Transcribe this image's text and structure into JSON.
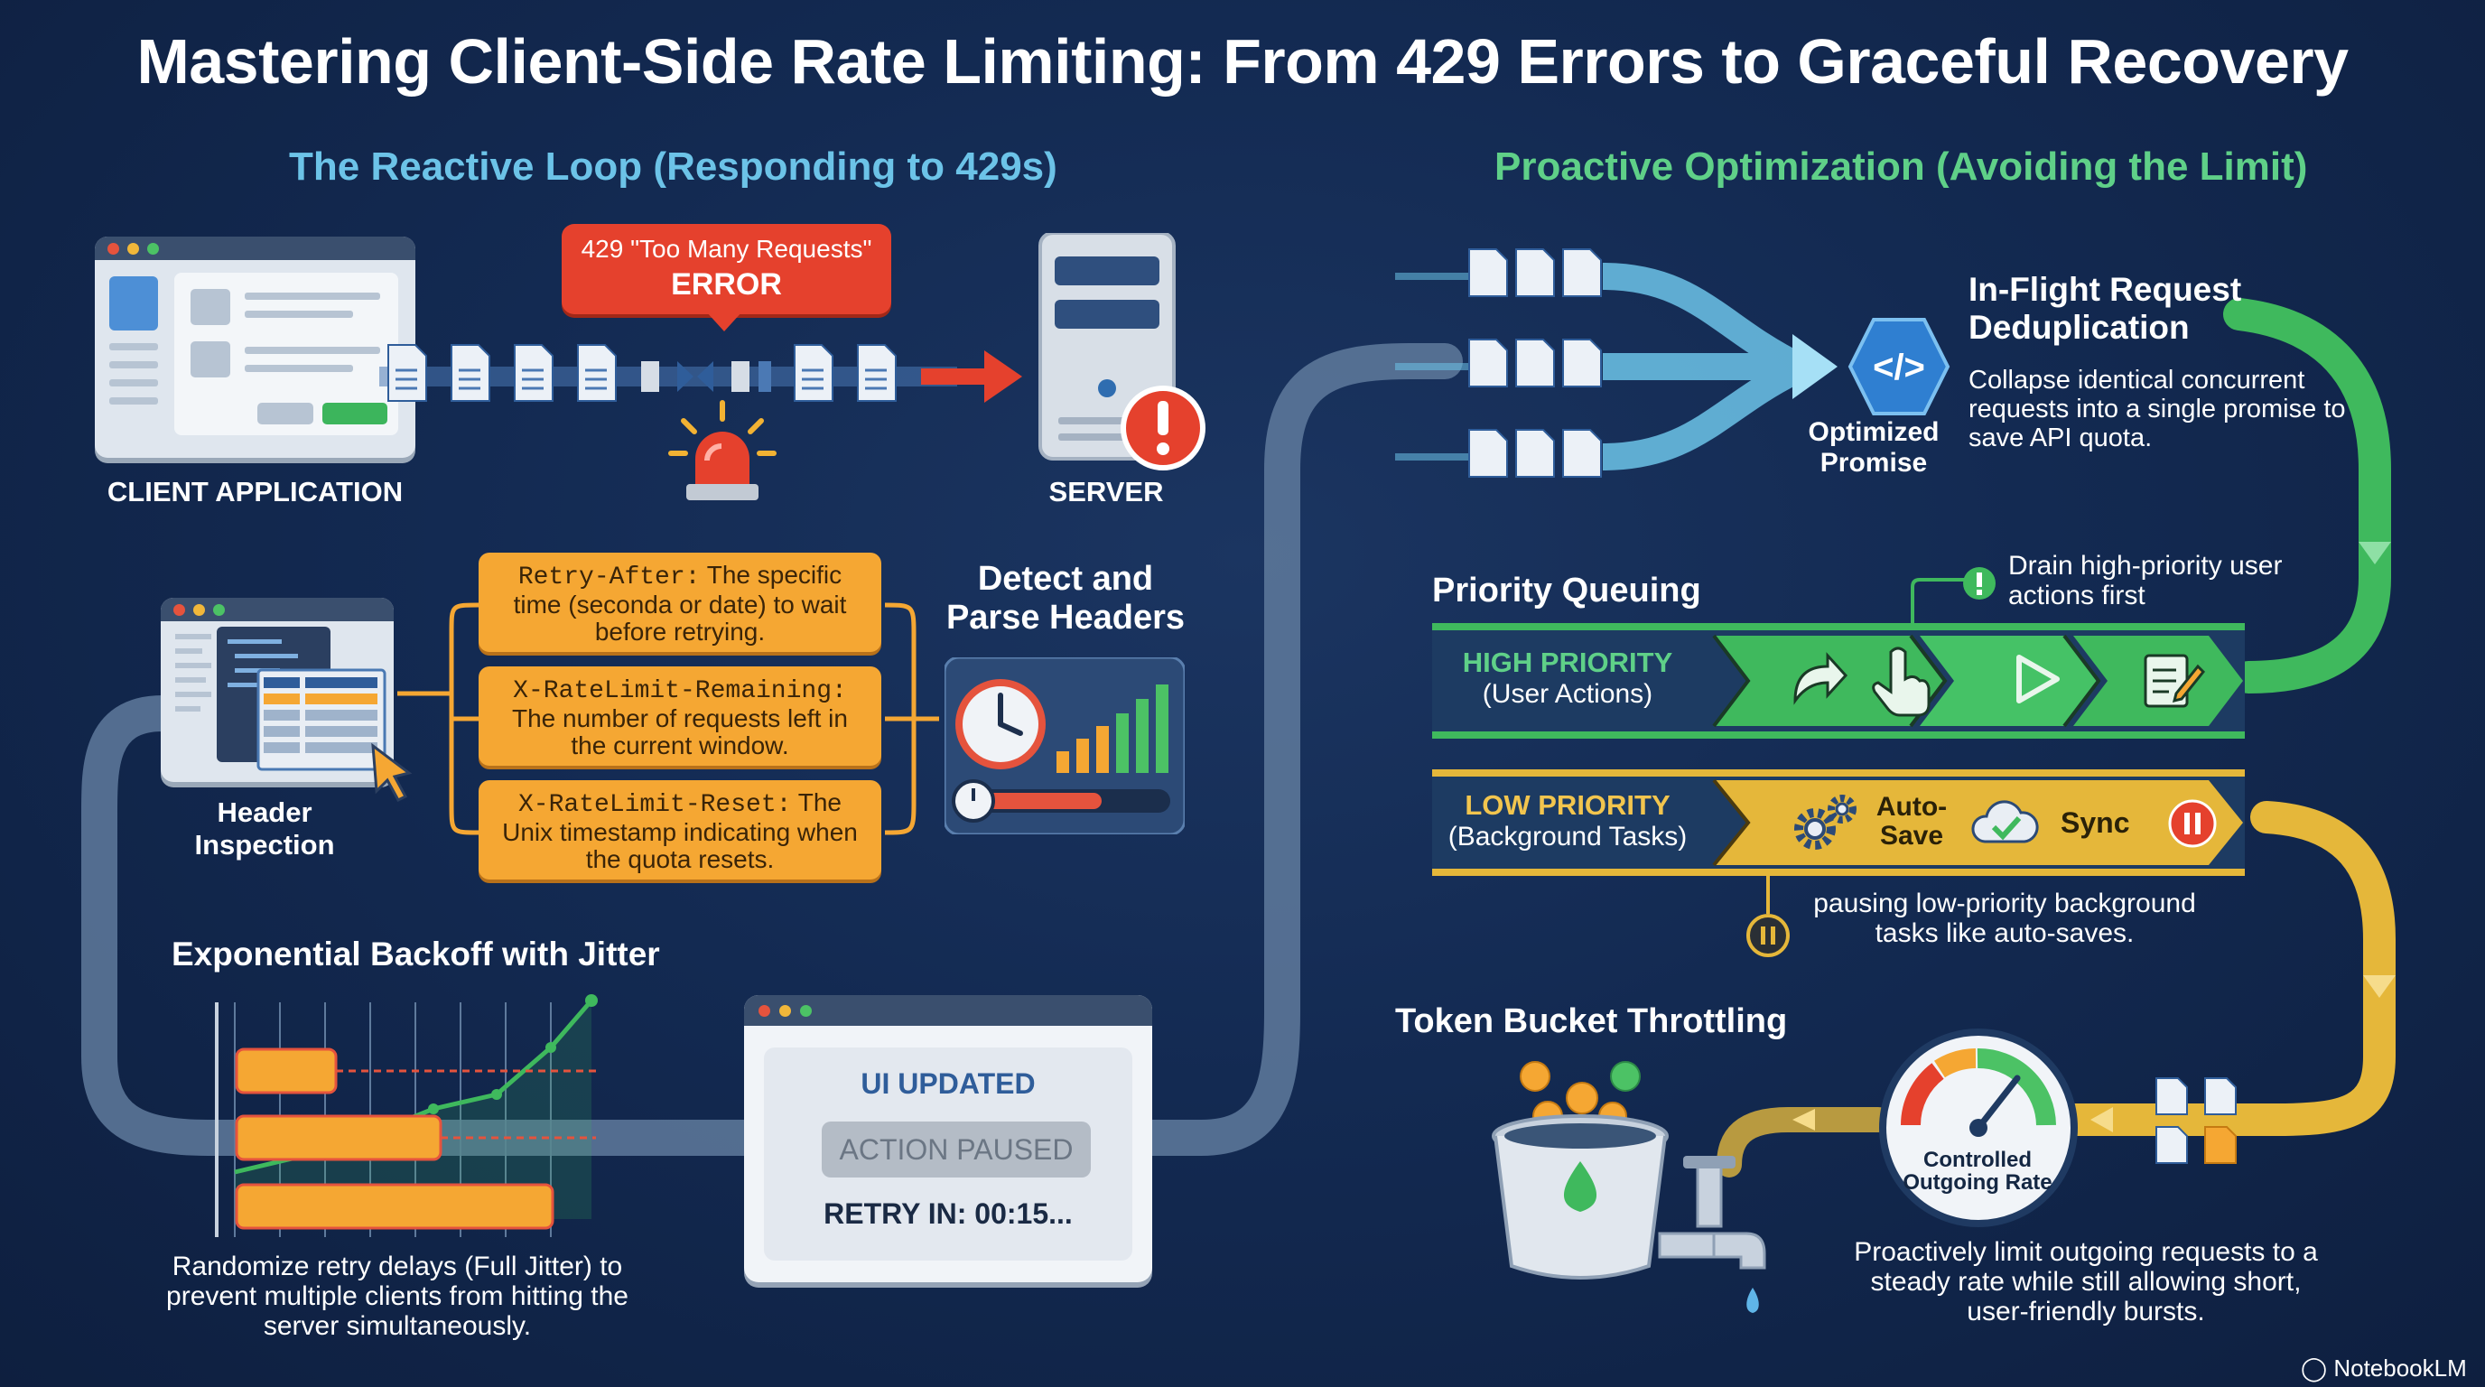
{
  "title": "Mastering Client-Side Rate Limiting: From 429 Errors to Graceful Recovery",
  "left_section": {
    "heading": "The Reactive Loop (Responding to 429s)",
    "client_label": "CLIENT APPLICATION",
    "server_label": "SERVER",
    "error": {
      "line1": "429 \"Too Many Requests\"",
      "line2": "ERROR"
    },
    "header_inspection_label": "Header\nInspection",
    "detect_label": "Detect and\nParse Headers",
    "headers": [
      {
        "name": "Retry-After:",
        "desc": "The specific time (seconda or date) to wait before retrying."
      },
      {
        "name": "X-RateLimit-Remaining:",
        "desc": "The number of requests left in the current window."
      },
      {
        "name": "X-RateLimit-Reset:",
        "desc": "The Unix timestamp indicating when the quota resets."
      }
    ],
    "backoff": {
      "heading": "Exponential Backoff with Jitter",
      "caption": "Randomize retry delays (Full Jitter) to prevent multiple clients from hitting the server simultaneously."
    },
    "ui_card": {
      "status": "UI UPDATED",
      "button": "ACTION PAUSED",
      "retry": "RETRY IN: 00:15..."
    }
  },
  "right_section": {
    "heading": "Proactive Optimization (Avoiding the Limit)",
    "dedup": {
      "heading": "In-Flight Request Deduplication",
      "desc": "Collapse identical concurrent requests into a single promise to save API quota.",
      "promise_label": "Optimized\nPromise"
    },
    "priority": {
      "heading": "Priority Queuing",
      "note": "Drain high-priority user actions first",
      "high": {
        "title": "HIGH PRIORITY",
        "sub": "(User Actions)"
      },
      "low": {
        "title": "LOW PRIORITY",
        "sub": "(Background Tasks)",
        "task1": "Auto-\nSave",
        "task2": "Sync"
      },
      "pause_note": "pausing low-priority background tasks like auto-saves."
    },
    "token_bucket": {
      "heading": "Token Bucket Throttling",
      "gauge_label": "Controlled\nOutgoing Rate",
      "desc": "Proactively limit outgoing requests to a steady rate while still allowing short, user-friendly bursts."
    }
  },
  "watermark": "NotebookLM",
  "colors": {
    "background": "#132a52",
    "reactive_heading": "#6cc3e8",
    "proactive_heading": "#5fd088",
    "error": "#e5412d",
    "header_box": "#f5a733",
    "high_priority": "#3fb95d",
    "low_priority": "#e5b73a"
  }
}
